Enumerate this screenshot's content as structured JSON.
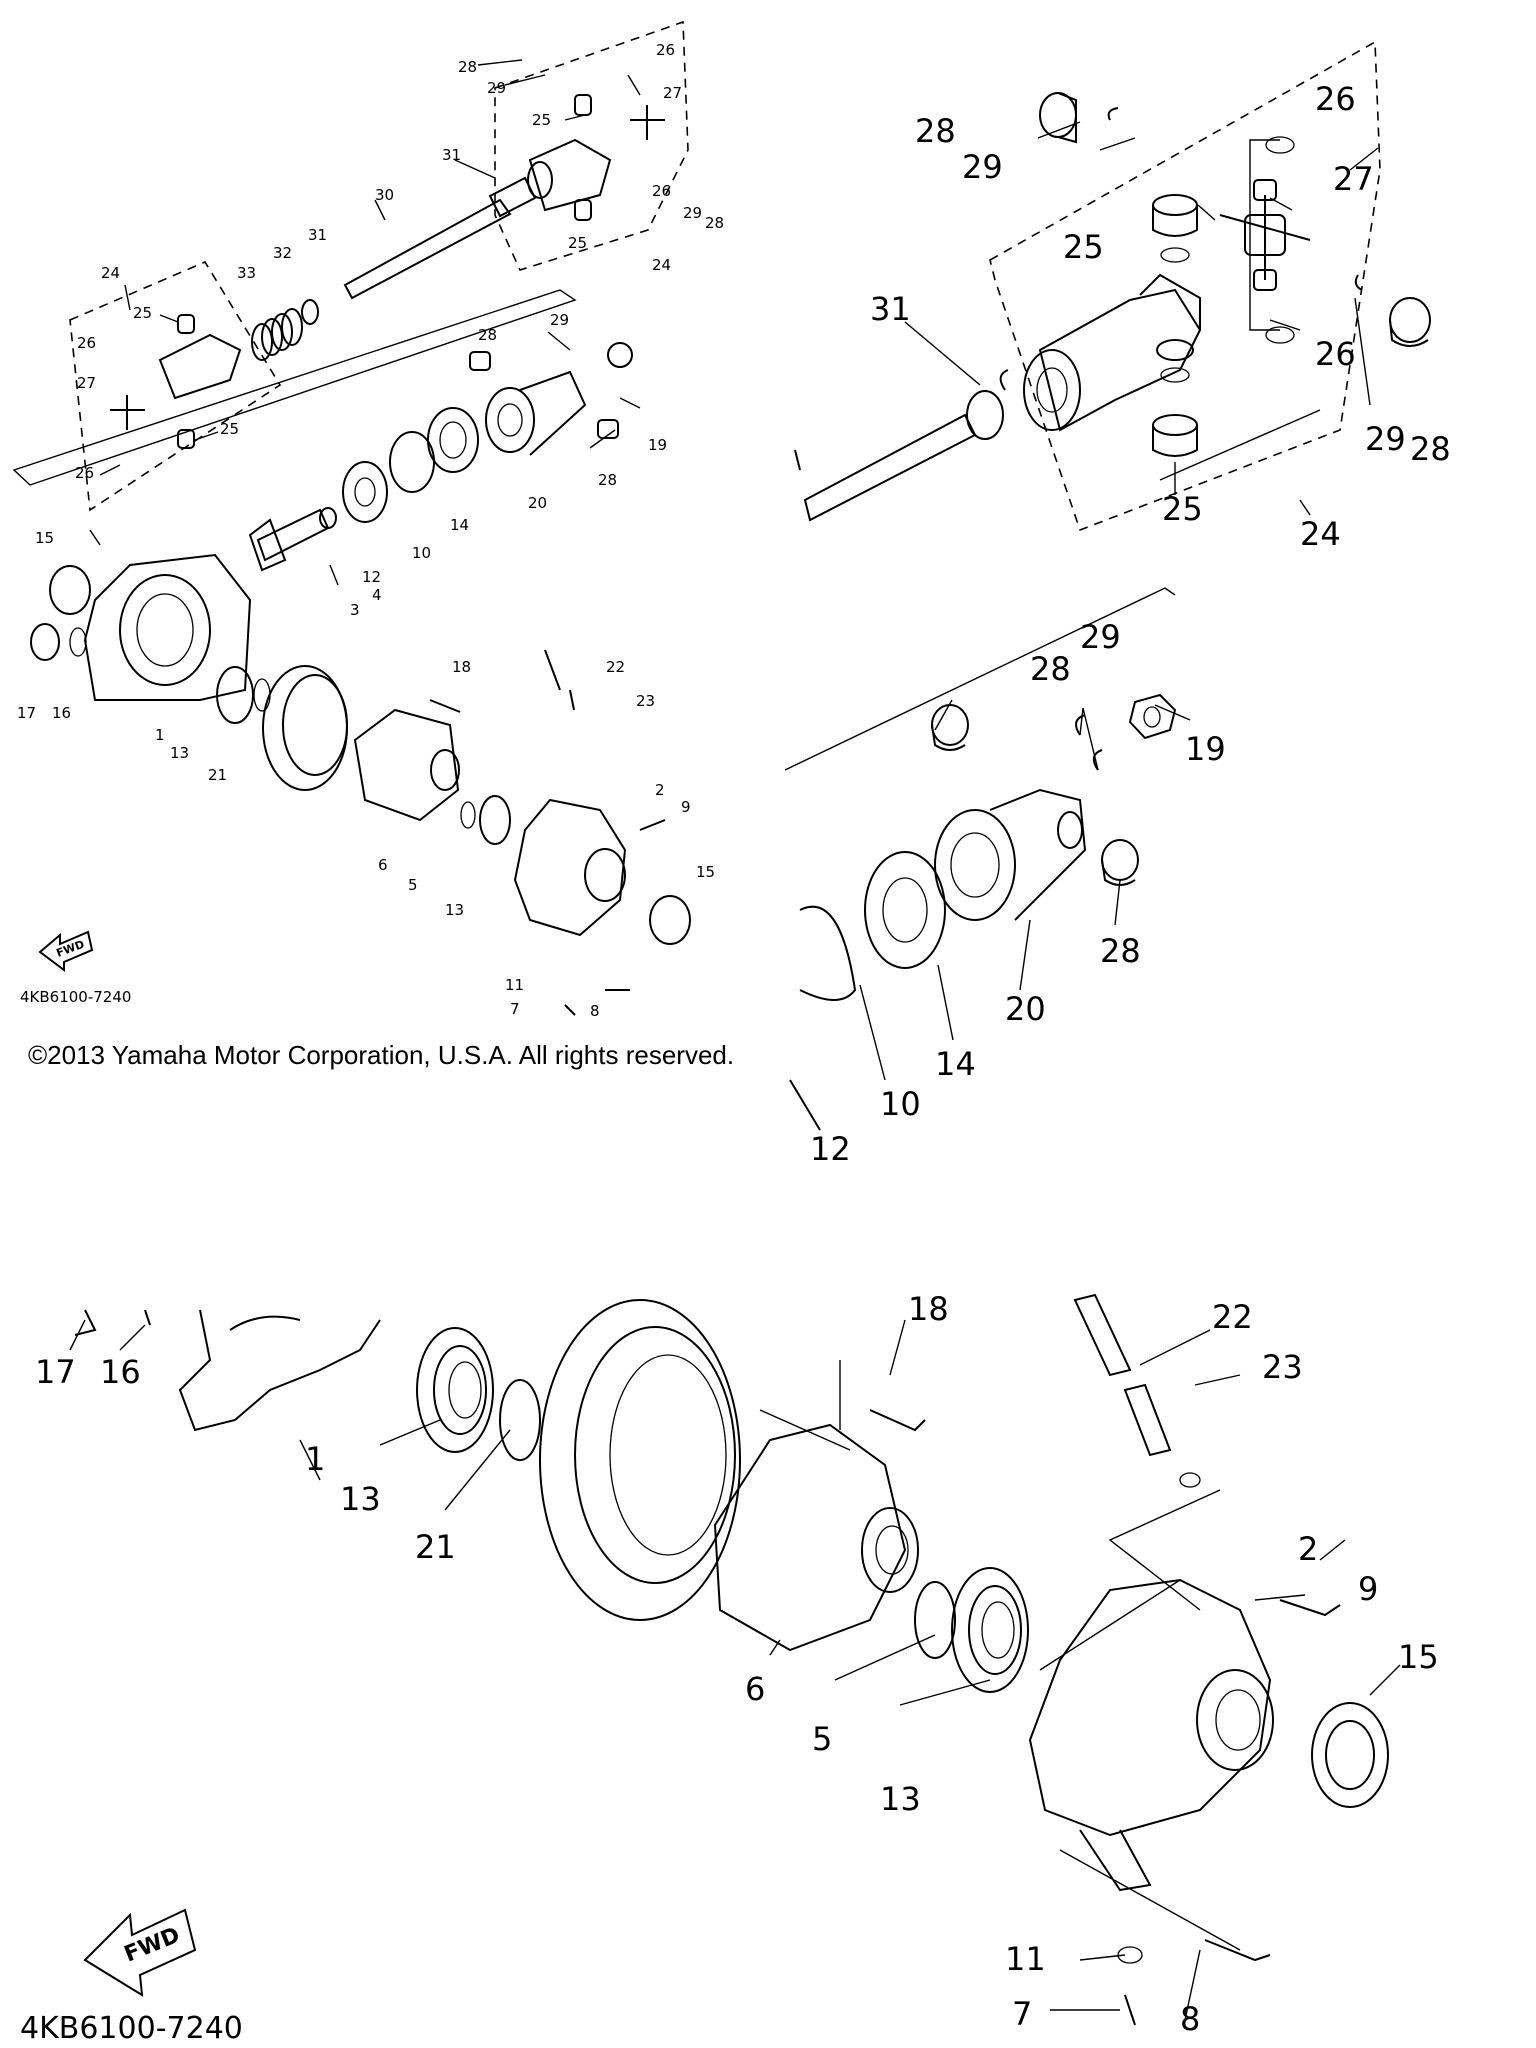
{
  "copyright": "©2013 Yamaha Motor Corporation, U.S.A. All rights reserved.",
  "diagram_code": "4KB6100-7240",
  "fwd_label": "FWD",
  "overview_labels": {
    "l1": "1",
    "l2": "2",
    "l3": "3",
    "l4": "4",
    "l5": "5",
    "l6": "6",
    "l7": "7",
    "l8": "8",
    "l9": "9",
    "l10": "10",
    "l11": "11",
    "l12": "12",
    "l13a": "13",
    "l13b": "13",
    "l14": "14",
    "l15a": "15",
    "l15b": "15",
    "l16": "16",
    "l17": "17",
    "l18": "18",
    "l19": "19",
    "l20": "20",
    "l21": "21",
    "l22": "22",
    "l23": "23",
    "l24a": "24",
    "l24b": "24",
    "l25a": "25",
    "l25b": "25",
    "l25c": "25",
    "l25d": "25",
    "l26a": "26",
    "l26b": "26",
    "l26c": "26",
    "l26d": "26",
    "l27a": "27",
    "l27b": "27",
    "l28a": "28",
    "l28b": "28",
    "l28c": "28",
    "l28d": "28",
    "l29a": "29",
    "l29b": "29",
    "l29c": "29",
    "l30": "30",
    "l31a": "31",
    "l31b": "31",
    "l32": "32",
    "l33": "33"
  },
  "detail_top_labels": {
    "l28a": "28",
    "l29a": "29",
    "l26a": "26",
    "l27": "27",
    "l25a": "25",
    "l31": "31",
    "l26b": "26",
    "l29b": "29",
    "l28b": "28",
    "l25b": "25",
    "l24": "24",
    "l28c": "28",
    "l29c": "29",
    "l19": "19",
    "l20": "20",
    "l28d": "28",
    "l14": "14",
    "l10": "10",
    "l12": "12"
  },
  "detail_bottom_labels": {
    "l17": "17",
    "l16": "16",
    "l1": "1",
    "l13a": "13",
    "l21": "21",
    "l18": "18",
    "l22": "22",
    "l23": "23",
    "l2": "2",
    "l9": "9",
    "l6": "6",
    "l5": "5",
    "l13b": "13",
    "l15": "15",
    "l11": "11",
    "l7": "7",
    "l8": "8"
  }
}
